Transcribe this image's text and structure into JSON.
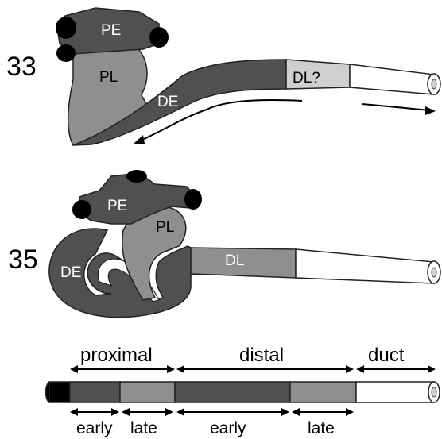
{
  "stages": [
    {
      "stage": "33",
      "segments": {
        "pe": "PE",
        "pl": "PL",
        "de": "DE",
        "dl": "DL?"
      }
    },
    {
      "stage": "35",
      "segments": {
        "pe": "PE",
        "pl": "PL",
        "de": "DE",
        "dl": "DL"
      }
    }
  ],
  "legend": {
    "top_labels": {
      "proximal": "proximal",
      "distal": "distal",
      "duct": "duct"
    },
    "bottom_labels": {
      "early_proximal": "early",
      "late_proximal": "late",
      "early_distal": "early",
      "late_distal": "late"
    }
  },
  "colors": {
    "black": "#000000",
    "dark_gray": "#505050",
    "medium_gray": "#8f8f8f",
    "light_gray": "#cfcfcf",
    "white": "#ffffff"
  }
}
